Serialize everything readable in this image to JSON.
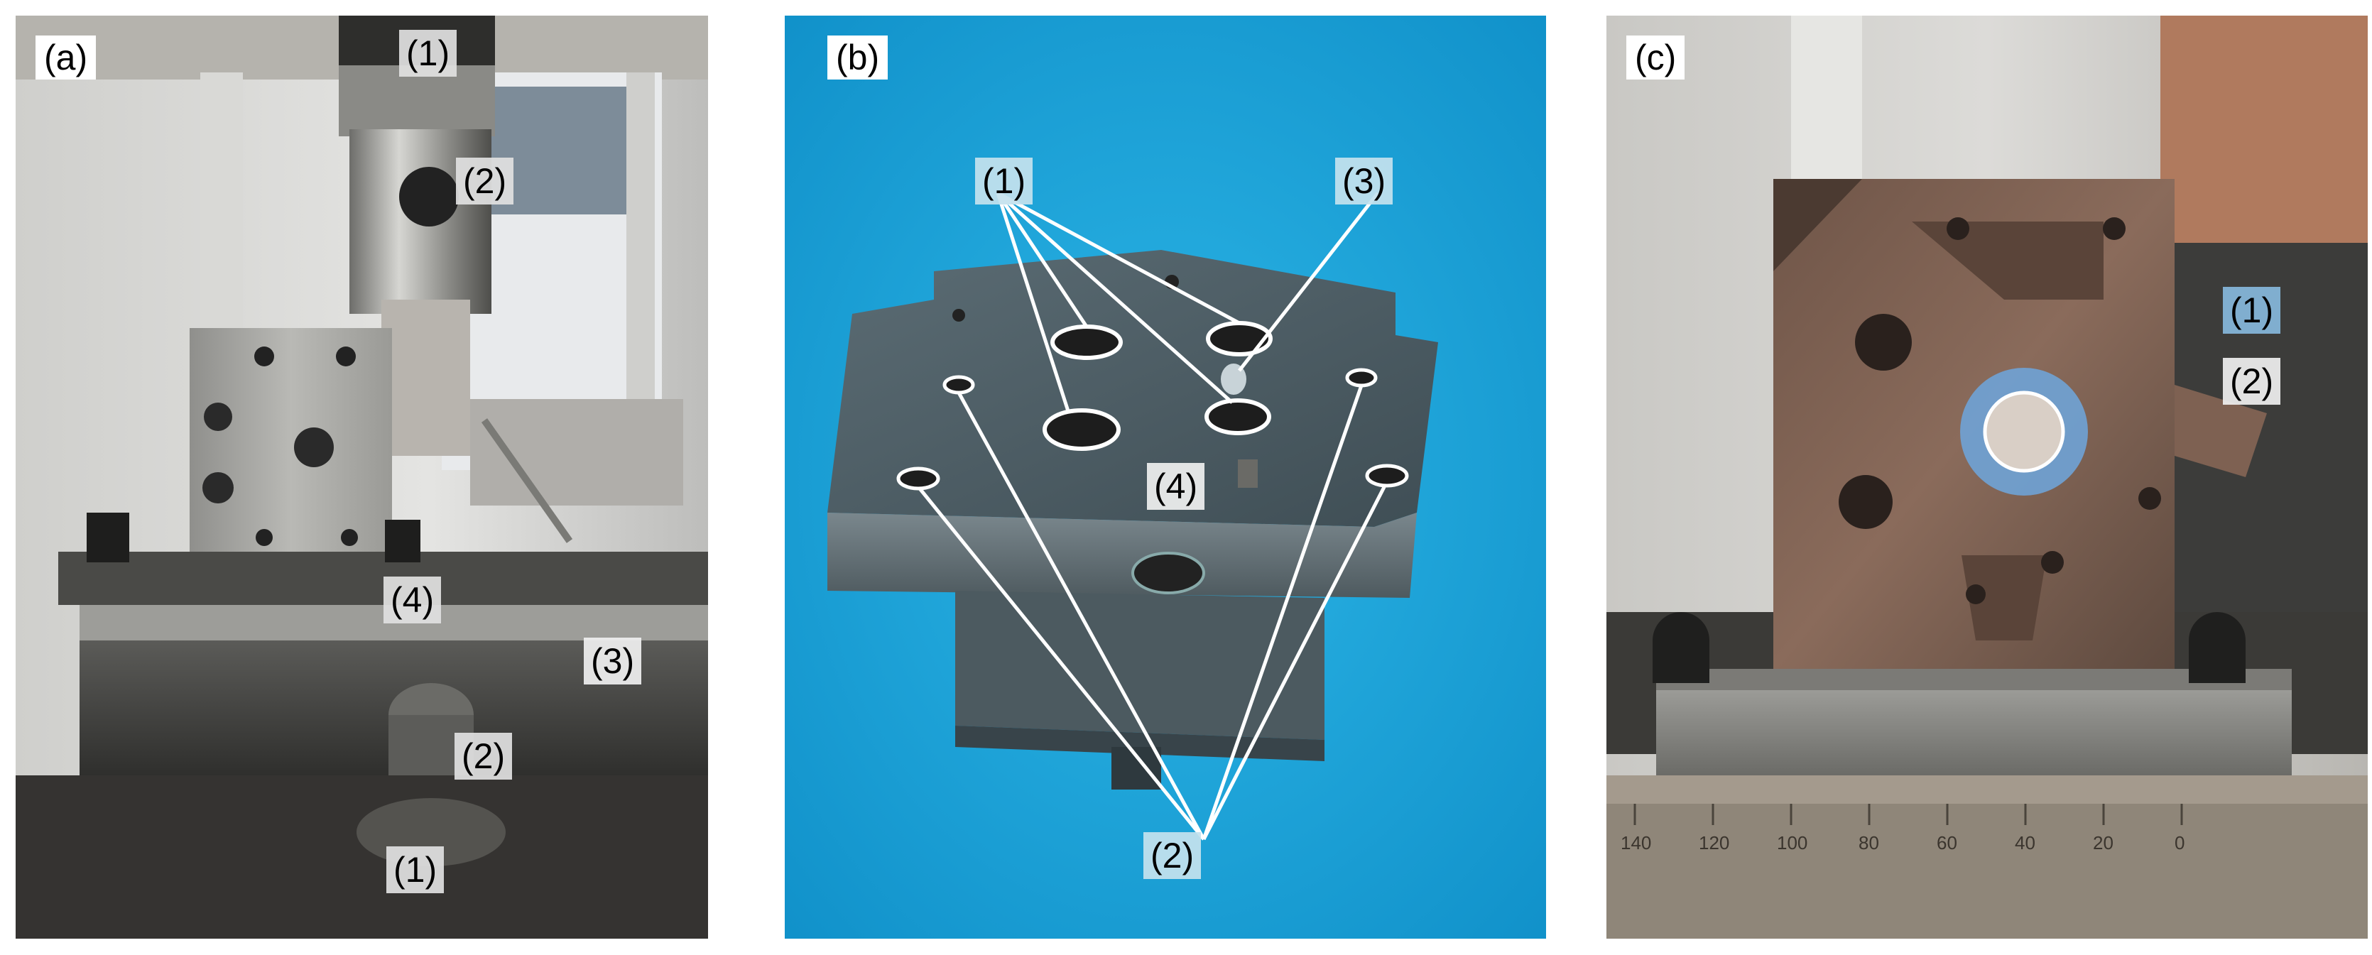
{
  "panels": [
    {
      "label": "(a)",
      "callouts": [
        "(1)",
        "(2)",
        "(4)",
        "(3)",
        "(2)",
        "(1)"
      ]
    },
    {
      "label": "(b)",
      "callouts": [
        "(1)",
        "(3)",
        "(4)",
        "(2)"
      ]
    },
    {
      "label": "(c)",
      "callouts": [
        "(1)",
        "(2)"
      ],
      "ruler_ticks": [
        "140",
        "120",
        "100",
        "80",
        "60",
        "40",
        "20",
        "0"
      ]
    }
  ],
  "colors": {
    "panel_b_background": "#1aa8dc",
    "panel_c_highlight": "#6fa3d6",
    "leader_lines": "#ffffff"
  }
}
